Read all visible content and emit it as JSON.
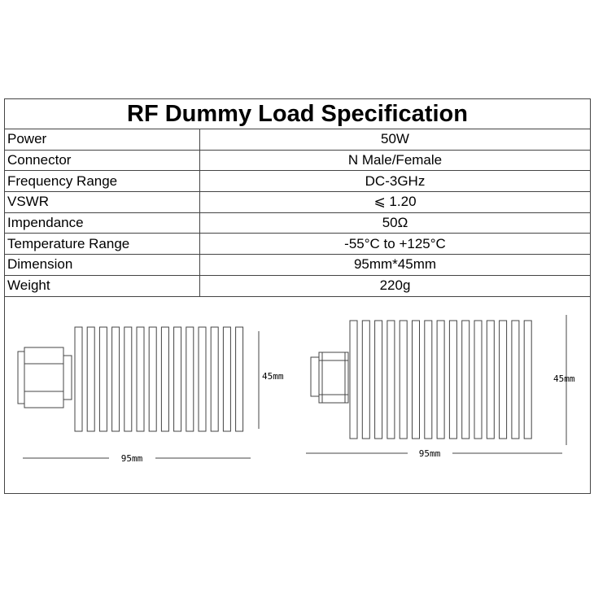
{
  "title": "RF Dummy Load Specification",
  "specs": [
    {
      "label": "Power",
      "value": "50W"
    },
    {
      "label": "Connector",
      "value": "N Male/Female"
    },
    {
      "label": "Frequency Range",
      "value": "DC-3GHz"
    },
    {
      "label": "VSWR",
      "value": "⩽ 1.20"
    },
    {
      "label": "Impendance",
      "value": "50Ω"
    },
    {
      "label": "Temperature Range",
      "value": "-55°C to +125°C"
    },
    {
      "label": "Dimension",
      "value": "95mm*45mm"
    },
    {
      "label": "Weight",
      "value": "220g"
    }
  ],
  "drawings": {
    "male": {
      "width_label": "95mm",
      "height_label": "45mm"
    },
    "female": {
      "width_label": "95mm",
      "height_label": "45mm"
    }
  },
  "colors": {
    "line": "#444444",
    "text": "#000000",
    "background": "#ffffff"
  }
}
